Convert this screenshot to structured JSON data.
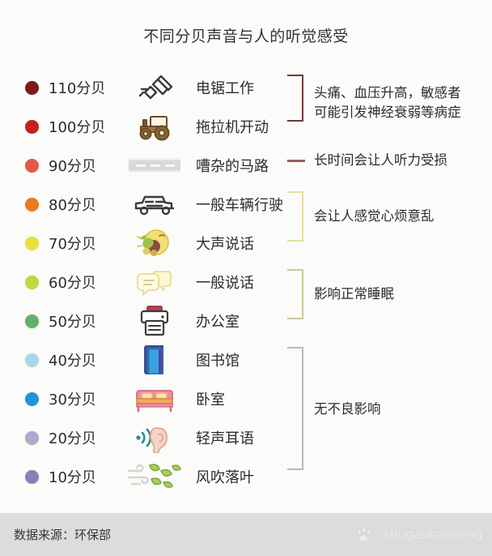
{
  "title": "不同分贝声音与人的听觉感受",
  "rows": [
    {
      "db": "110分贝",
      "scene": "电锯工作",
      "icon": "chainsaw-icon",
      "color": "#7d1a1c"
    },
    {
      "db": "100分贝",
      "scene": "拖拉机开动",
      "icon": "tractor-icon",
      "color": "#c2211f"
    },
    {
      "db": "90分贝",
      "scene": "嘈杂的马路",
      "icon": "road-icon",
      "color": "#e05a49"
    },
    {
      "db": "80分贝",
      "scene": "一般车辆行驶",
      "icon": "car-icon",
      "color": "#ea7a1e"
    },
    {
      "db": "70分贝",
      "scene": "大声说话",
      "icon": "shouting-face-icon",
      "color": "#e8e03c"
    },
    {
      "db": "60分贝",
      "scene": "一般说话",
      "icon": "speech-bubble-icon",
      "color": "#c3d63e"
    },
    {
      "db": "50分贝",
      "scene": "办公室",
      "icon": "printer-icon",
      "color": "#63b06a"
    },
    {
      "db": "40分贝",
      "scene": "图书馆",
      "icon": "books-icon",
      "color": "#a9d6e8"
    },
    {
      "db": "30分贝",
      "scene": "卧室",
      "icon": "bed-icon",
      "color": "#2096d6"
    },
    {
      "db": "20分贝",
      "scene": "轻声耳语",
      "icon": "ear-whisper-icon",
      "color": "#aea9cd"
    },
    {
      "db": "10分贝",
      "scene": "风吹落叶",
      "icon": "wind-leaves-icon",
      "color": "#8a80b6"
    }
  ],
  "effects": [
    {
      "text": "头痛、血压升高，敏感者\n可能引发神经衰弱等病症",
      "marker": "bracket",
      "color": "#6e3a36",
      "covers": "110-100"
    },
    {
      "text": "长时间会让人听力受损",
      "marker": "dash",
      "color": "#92605c",
      "covers": "90"
    },
    {
      "text": "会让人感觉心烦意乱",
      "marker": "bracket",
      "color": "#e3dea0",
      "covers": "80-70"
    },
    {
      "text": "影响正常睡眠",
      "marker": "bracket",
      "color": "#c9c79c",
      "covers": "60-50"
    },
    {
      "text": "无不良影响",
      "marker": "bracket",
      "color": "#b4bcb8",
      "covers": "40-10"
    }
  ],
  "footer": {
    "source": "数据来源：环保部",
    "watermark": "@hugaobaoneng"
  }
}
